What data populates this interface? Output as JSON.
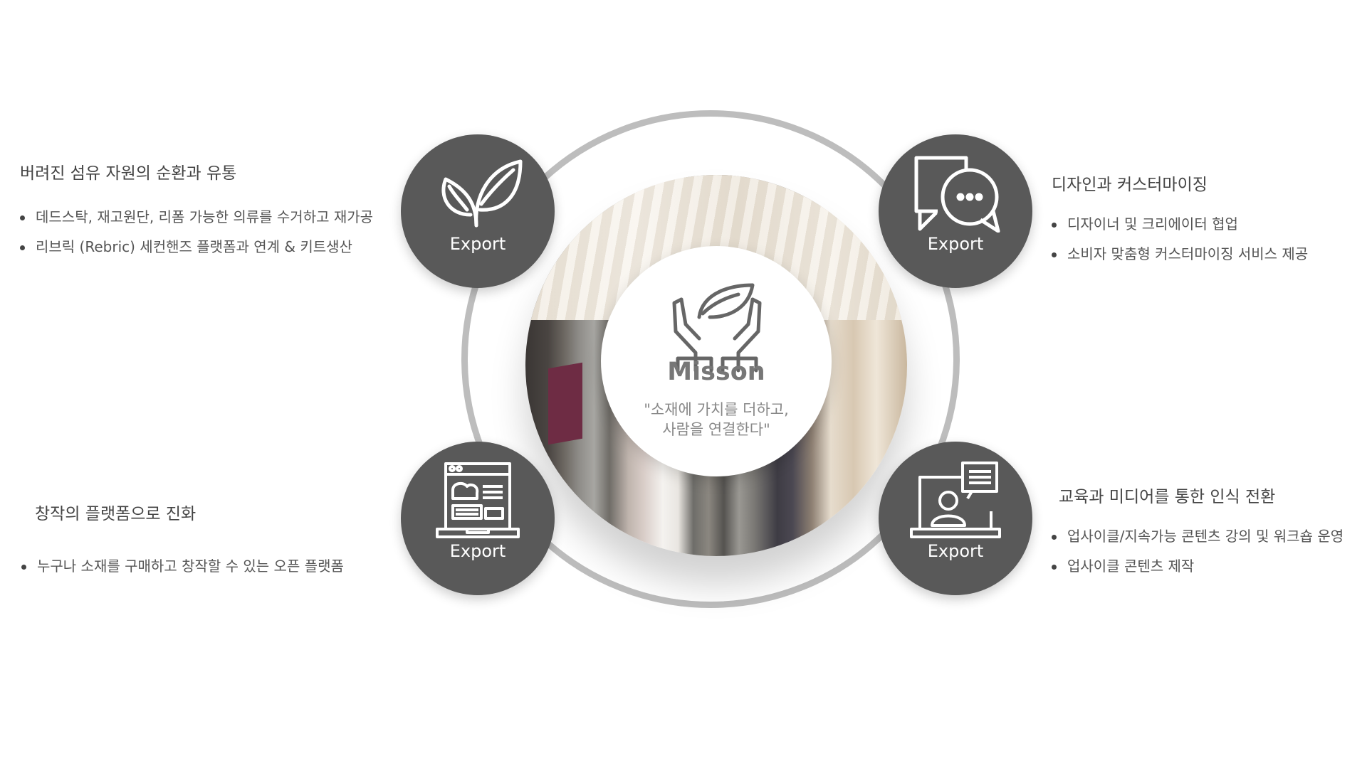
{
  "mission": {
    "title": "Misson",
    "quote_line1": "\"소재에 가치를 더하고,",
    "quote_line2": "사람을 연결한다\"",
    "icon": "hands-leaf-icon"
  },
  "nodes": [
    {
      "label": "Export",
      "icon": "leaf-sprout-icon"
    },
    {
      "label": "Export",
      "icon": "chat-bubbles-icon"
    },
    {
      "label": "Export",
      "icon": "web-platform-icon"
    },
    {
      "label": "Export",
      "icon": "online-education-icon"
    }
  ],
  "blocks": [
    {
      "title": "버려진 섬유 자원의 순환과 유통",
      "items": [
        "데드스탁, 재고원단, 리폼 가능한 의류를 수거하고 재가공",
        "리브릭 (Rebric) 세컨핸즈 플랫폼과 연계 & 키트생산"
      ]
    },
    {
      "title": "디자인과 커스터마이징",
      "items": [
        "디자이너 및 크리에이터 협업",
        " 소비자 맞춤형 커스터마이징 서비스 제공"
      ]
    },
    {
      "title": "창작의 플랫폼으로 진화",
      "items": [
        "누구나 소재를 구매하고 창작할 수 있는 오픈 플랫폼"
      ]
    },
    {
      "title": "교육과 미디어를 통한 인식 전환",
      "items": [
        "업사이클/지속가능 콘텐츠 강의 및 워크숍 운영",
        "업사이클 콘텐츠 제작"
      ]
    }
  ],
  "colors": {
    "node": "#595959",
    "ring": "#bdbdbd",
    "text": "#444444"
  }
}
